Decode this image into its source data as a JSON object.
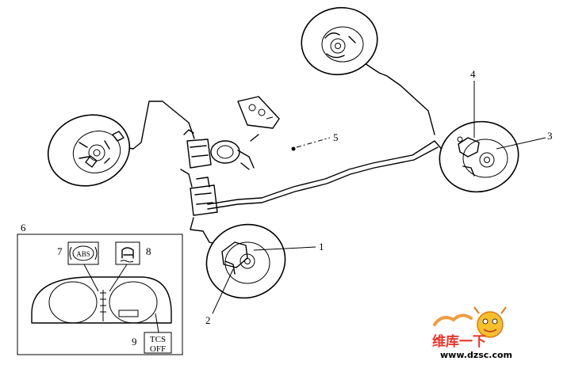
{
  "callouts": {
    "c1": "1",
    "c2": "2",
    "c3": "3",
    "c4": "4",
    "c5": "5",
    "c6": "6",
    "c7": "7",
    "c8": "8",
    "c9": "9"
  },
  "panel": {
    "abs_label": "ABS",
    "tcs_label_line1": "TCS",
    "tcs_label_line2": "OFF"
  },
  "watermark": {
    "logo_text": "维库一下",
    "url": "www.dzsc.com"
  },
  "colors": {
    "line": "#000000",
    "watermark_red": "#e8352a",
    "watermark_orange": "#f08a1c"
  }
}
